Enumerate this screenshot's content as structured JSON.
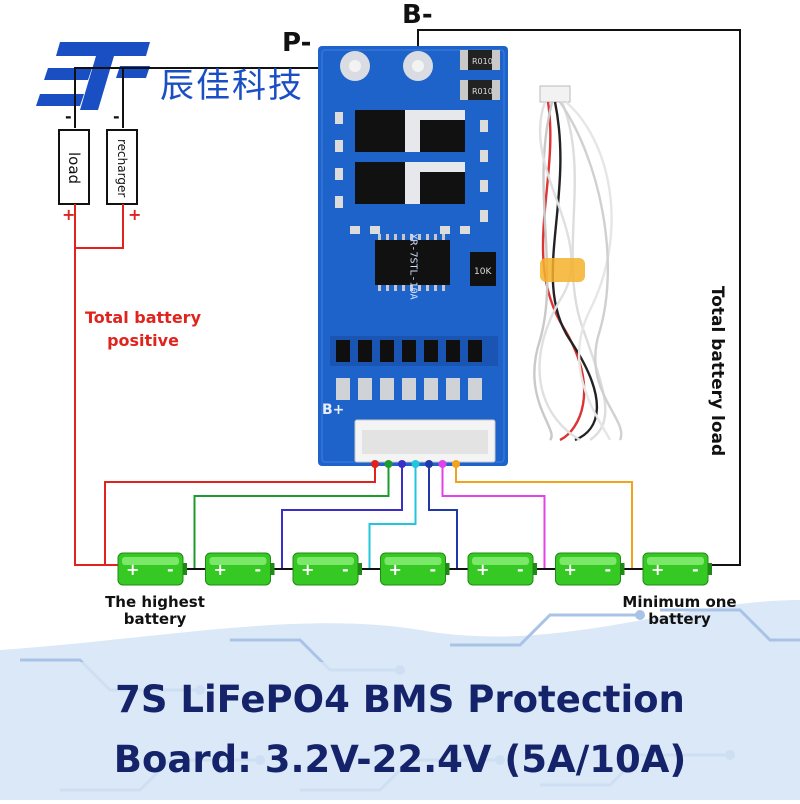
{
  "logo": {
    "company_name": "辰佳科技",
    "brand_color": "#1a4fc4"
  },
  "terminals": {
    "p_minus": "P-",
    "b_minus": "B-"
  },
  "load_box": {
    "label": "load",
    "minus": "-",
    "plus": "+"
  },
  "recharger_box": {
    "label": "recharger",
    "minus": "-",
    "plus": "+"
  },
  "annotations": {
    "total_battery_positive": "Total battery positive",
    "total_battery_load": "Total battery load",
    "highest_battery": "The highest battery",
    "minimum_battery": "Minimum one battery"
  },
  "board": {
    "model_label": "XR-7STL-10A",
    "b_plus": "B+",
    "resistor_code": "R010",
    "ic_resistor": "10K",
    "pcb_color": "#1e63c9"
  },
  "batteries": {
    "count": 7,
    "plus": "+",
    "minus": "-",
    "cell_color": "#36c924",
    "sense_wire_colors": [
      "#e0231c",
      "#1f9a2e",
      "#3b2fc7",
      "#22c5d9",
      "#1f3aa8",
      "#e043e8",
      "#f2a31c"
    ]
  },
  "headline": {
    "line1": "7S LiFePO4 BMS Protection",
    "line2": "Board: 3.2V-22.4V (5A/10A)"
  }
}
